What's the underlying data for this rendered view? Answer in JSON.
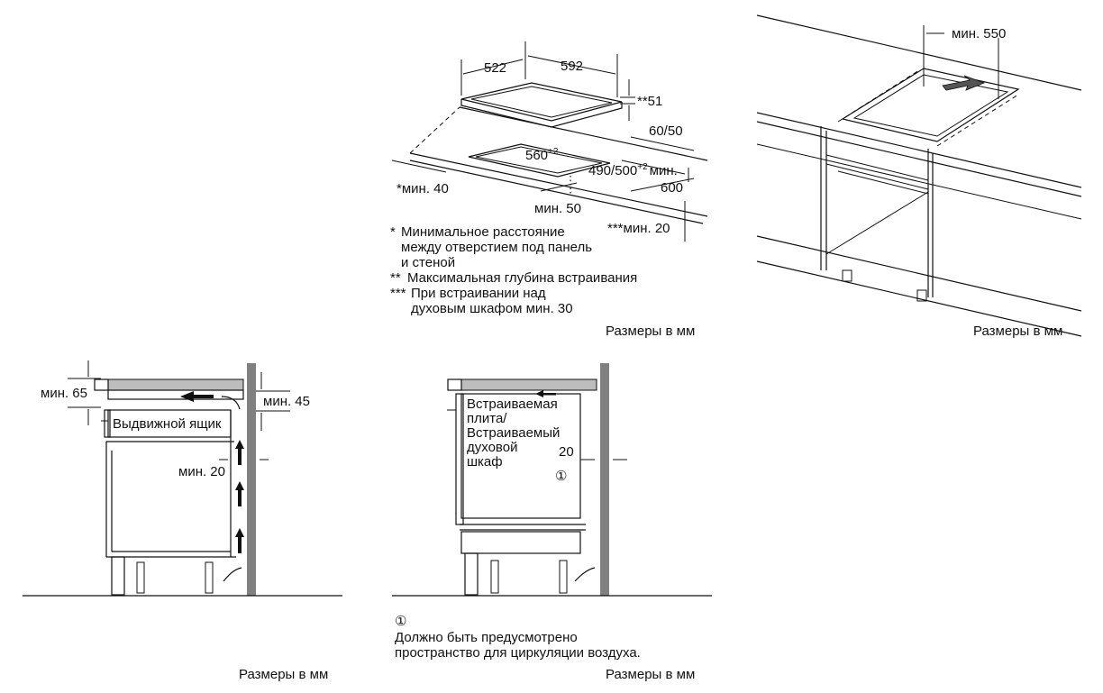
{
  "top_left_diagram": {
    "dimensions": {
      "hob_depth": "522",
      "hob_width": "592",
      "max_depth_mark": "**51",
      "worktop_thickness": "60/50",
      "cutout_width": "560",
      "cutout_width_tol": "+2",
      "cutout_depth": "490/500",
      "cutout_depth_tol": "+2",
      "min_label": "мин.",
      "wall_distance": "*мин. 40",
      "front_distance": "мин. 50",
      "worktop_depth": "600",
      "oven_distance": "***мин. 20"
    },
    "notes": [
      {
        "mark": "*",
        "lines": [
          "Минимальное расстояние",
          "между отверстием под панель",
          "и стеной"
        ]
      },
      {
        "mark": "**",
        "lines": [
          "Максимальная глубина встраивания"
        ]
      },
      {
        "mark": "***",
        "lines": [
          "При встраивании над",
          "духовым шкафом мин. 30"
        ]
      }
    ],
    "units_caption": "Размеры в мм"
  },
  "top_right_diagram": {
    "min_width": "мин. 550",
    "units_caption": "Размеры в мм"
  },
  "bottom_left_diagram": {
    "top_gap": "мин. 65",
    "rear_gap": "мин. 45",
    "drawer_label": "Выдвижной ящик",
    "side_gap": "мин. 20",
    "units_caption": "Размеры в мм"
  },
  "bottom_right_diagram": {
    "oven_label_lines": [
      "Встраиваемая",
      "плита/",
      "Встраиваемый",
      "духовой",
      "шкаф"
    ],
    "side_gap": "20",
    "callout_marker": "①",
    "note_lines": [
      "Должно быть предусмотрено",
      "пространство для циркуляции воздуха."
    ],
    "units_caption": "Размеры в мм"
  },
  "colors": {
    "line": "#111111",
    "panel_fill": "#d9d9d9",
    "wall_fill": "#808080",
    "worktop_fill": "#bdbdbd"
  }
}
